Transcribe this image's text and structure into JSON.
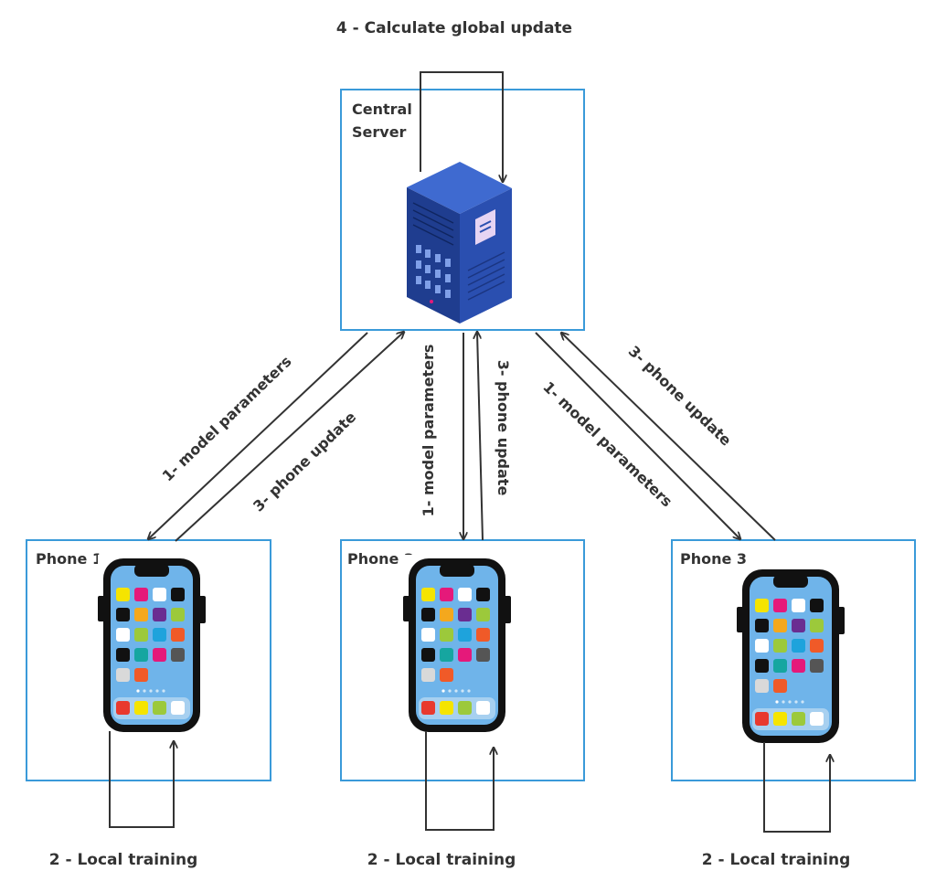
{
  "title": "4 - Calculate global update",
  "server": {
    "label_line1": "Central",
    "label_line2": "Server",
    "icon": "server-tower-icon"
  },
  "arrows": {
    "model_parameters": "1- model parameters",
    "phone_update": "3- phone update"
  },
  "phones": [
    {
      "label": "Phone 1",
      "training": "2 - Local training",
      "icon": "smartphone-icon"
    },
    {
      "label": "Phone 2",
      "training": "2 - Local training",
      "icon": "smartphone-icon"
    },
    {
      "label": "Phone 3",
      "training": "2 - Local training",
      "icon": "smartphone-icon"
    }
  ],
  "colors": {
    "box_border": "#3a9ad9",
    "arrow": "#333333",
    "server_front": "#1f3d8f",
    "server_side": "#2a4fb0",
    "server_top": "#3f6ad0",
    "phone_body": "#111111",
    "phone_screen": "#6fb4ea"
  }
}
